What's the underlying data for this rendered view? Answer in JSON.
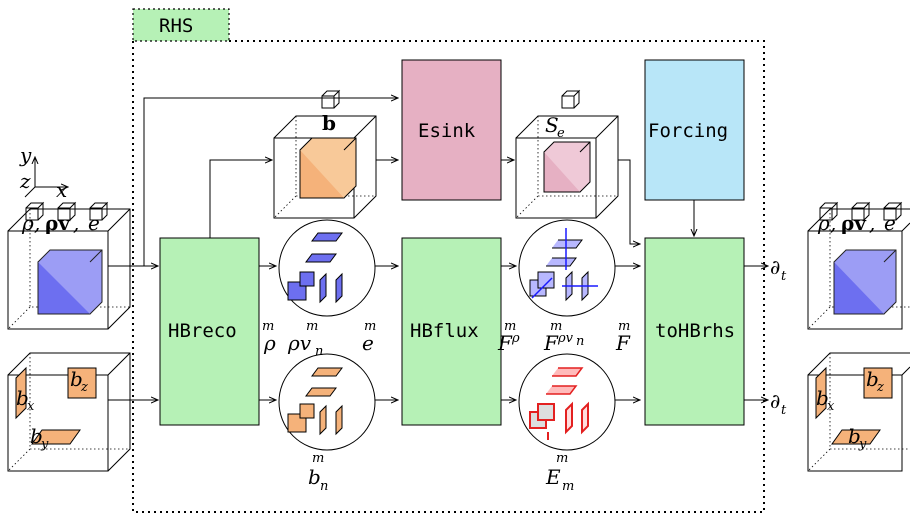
{
  "colors": {
    "green": "#b6f1b6",
    "pink": "#e6b0c3",
    "blue": "#b8e6f8",
    "orange": "#f5b27a",
    "violet": "#6d6ff0",
    "red": "#e32020"
  },
  "rhs_label": "RHS",
  "blocks": {
    "hbreco": "HBreco",
    "esink": "Esink",
    "forcing": "Forcing",
    "hbflux": "HBflux",
    "tohbrhs": "toHBrhs"
  },
  "axes": {
    "y": "y",
    "z": "z",
    "x": "x"
  },
  "left_state": {
    "rho": "ρ",
    "rhov": "ρv",
    "e": "e",
    "sep": ", "
  },
  "right_state": {
    "rho": "ρ",
    "rhov": "ρv",
    "e": "e",
    "sep": ", "
  },
  "b_fields": {
    "bx": "b",
    "by": "b",
    "bz": "b",
    "sx": "x",
    "sy": "y",
    "sz": "z"
  },
  "labels": {
    "b_top": "b",
    "se": "S",
    "se_sub": "e",
    "recon_rho": "ρ",
    "recon_rhov": "ρv",
    "recon_rhov_sub": "n",
    "recon_e": "e",
    "bn": "b",
    "bn_sub": "n",
    "flux_F": "F",
    "flux_rho": "ρ",
    "flux_rhov": "ρv",
    "flux_rhov_sub": "n",
    "em": "E",
    "em_sub": "m",
    "m_sup": "m",
    "dt_top": "∂",
    "dt_bottom": "∂",
    "dt_sub": "t"
  }
}
